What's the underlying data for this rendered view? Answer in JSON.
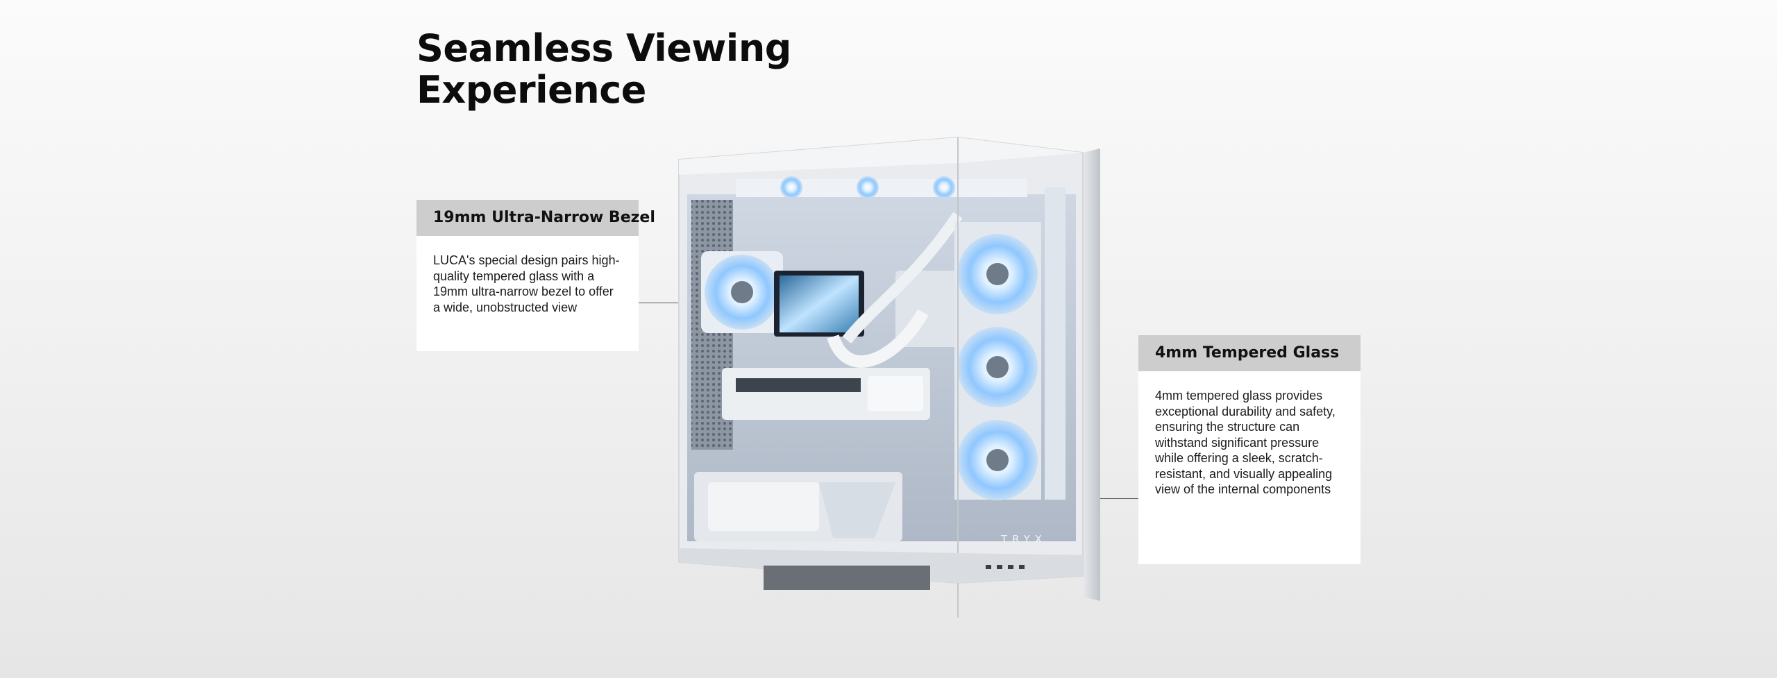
{
  "headline": {
    "line1": "Seamless Viewing",
    "line2": "Experience"
  },
  "features": {
    "bezel": {
      "title": "19mm Ultra-Narrow Bezel",
      "description": "LUCA's special design pairs high-quality tempered glass with a 19mm ultra-narrow bezel to offer a wide, unobstructed view"
    },
    "glass": {
      "title": "4mm Tempered Glass",
      "description": "4mm tempered glass provides exceptional durability and safety, ensuring the structure can withstand significant pressure while offering a sleek, scratch-resistant, and visually appealing view of the internal components"
    }
  },
  "product": {
    "brand_mark": "TRYX"
  },
  "colors": {
    "card_header_bg": "#cdcdcd",
    "fan_glow": "#9fd0ff",
    "case_frame": "#e9ebee"
  }
}
